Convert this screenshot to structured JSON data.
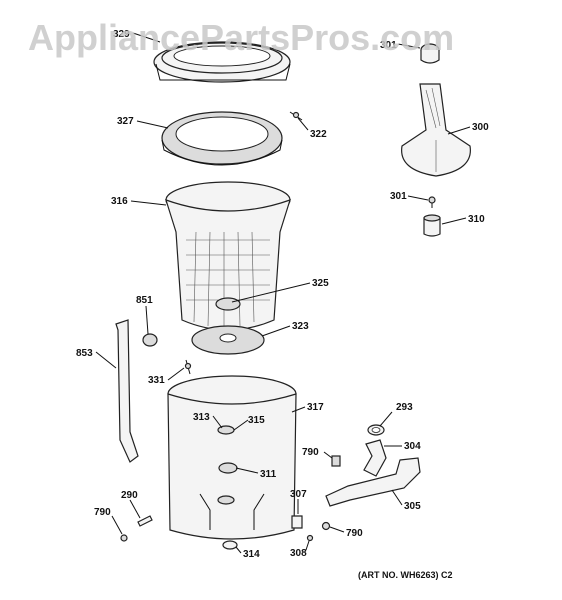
{
  "watermark": "AppliancePartsPros.com",
  "art_number": "(ART NO. WH6263) C2",
  "callouts": {
    "c329": "329",
    "c301_top": "301",
    "c327": "327",
    "c322": "322",
    "c300": "300",
    "c316": "316",
    "c301": "301",
    "c310": "310",
    "c325": "325",
    "c851": "851",
    "c323": "323",
    "c853": "853",
    "c331": "331",
    "c317": "317",
    "c293": "293",
    "c313": "313",
    "c315": "315",
    "c790_a": "790",
    "c304": "304",
    "c311": "311",
    "c290": "290",
    "c307": "307",
    "c305": "305",
    "c790_b": "790",
    "c790_c": "790",
    "c314": "314",
    "c308": "308"
  }
}
